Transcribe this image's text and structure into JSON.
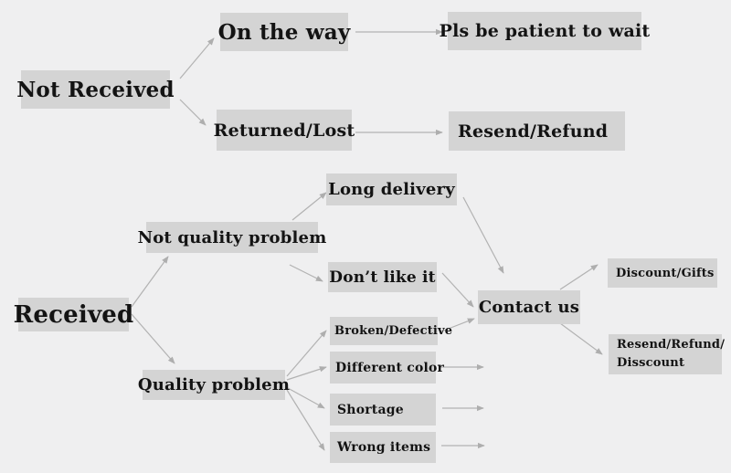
{
  "diagram": {
    "colors": {
      "background": "#efeff0",
      "node_background": "#d4d4d4",
      "text": "#131313",
      "arrow": "#b2b2b2"
    },
    "nodes": {
      "not_received": {
        "label": "Not Received"
      },
      "on_the_way": {
        "label": "On the way"
      },
      "pls_wait": {
        "label": "Pls be patient to wait"
      },
      "returned_lost": {
        "label": "Returned/Lost"
      },
      "resend_refund": {
        "label": "Resend/Refund"
      },
      "received": {
        "label": "Received"
      },
      "not_quality_problem": {
        "label": "Not quality problem"
      },
      "long_delivery": {
        "label": "Long delivery"
      },
      "dont_like_it": {
        "label": "Don’t like it"
      },
      "contact_us": {
        "label": "Contact us"
      },
      "quality_problem": {
        "label": "Quality problem"
      },
      "broken_defective": {
        "label": "Broken/Defective"
      },
      "different_color": {
        "label": "Different color"
      },
      "shortage": {
        "label": "Shortage"
      },
      "wrong_items": {
        "label": "Wrong items"
      },
      "discount_gifts": {
        "label": "Discount/Gifts"
      },
      "resend_refund_disscount": {
        "lines": [
          "Resend/Refund/",
          "Disscount"
        ]
      }
    },
    "edges": [
      {
        "from": "Not Received",
        "to": "On the way"
      },
      {
        "from": "Not Received",
        "to": "Returned/Lost"
      },
      {
        "from": "On the way",
        "to": "Pls be patient to wait"
      },
      {
        "from": "Returned/Lost",
        "to": "Resend/Refund"
      },
      {
        "from": "Received",
        "to": "Not quality problem"
      },
      {
        "from": "Received",
        "to": "Quality problem"
      },
      {
        "from": "Not quality problem",
        "to": "Long delivery"
      },
      {
        "from": "Not quality problem",
        "to": "Don’t like it"
      },
      {
        "from": "Long delivery",
        "to": "Contact us"
      },
      {
        "from": "Don’t like it",
        "to": "Contact us"
      },
      {
        "from": "Quality problem",
        "to": "Broken/Defective"
      },
      {
        "from": "Quality problem",
        "to": "Different color"
      },
      {
        "from": "Quality problem",
        "to": "Shortage"
      },
      {
        "from": "Quality problem",
        "to": "Wrong items"
      },
      {
        "from": "Broken/Defective",
        "to": "Contact us"
      },
      {
        "from": "Different color",
        "to": "Contact us"
      },
      {
        "from": "Shortage",
        "to": "Contact us"
      },
      {
        "from": "Wrong items",
        "to": "Contact us"
      },
      {
        "from": "Contact us",
        "to": "Discount/Gifts"
      },
      {
        "from": "Contact us",
        "to": "Resend/Refund/Disscount"
      }
    ]
  }
}
